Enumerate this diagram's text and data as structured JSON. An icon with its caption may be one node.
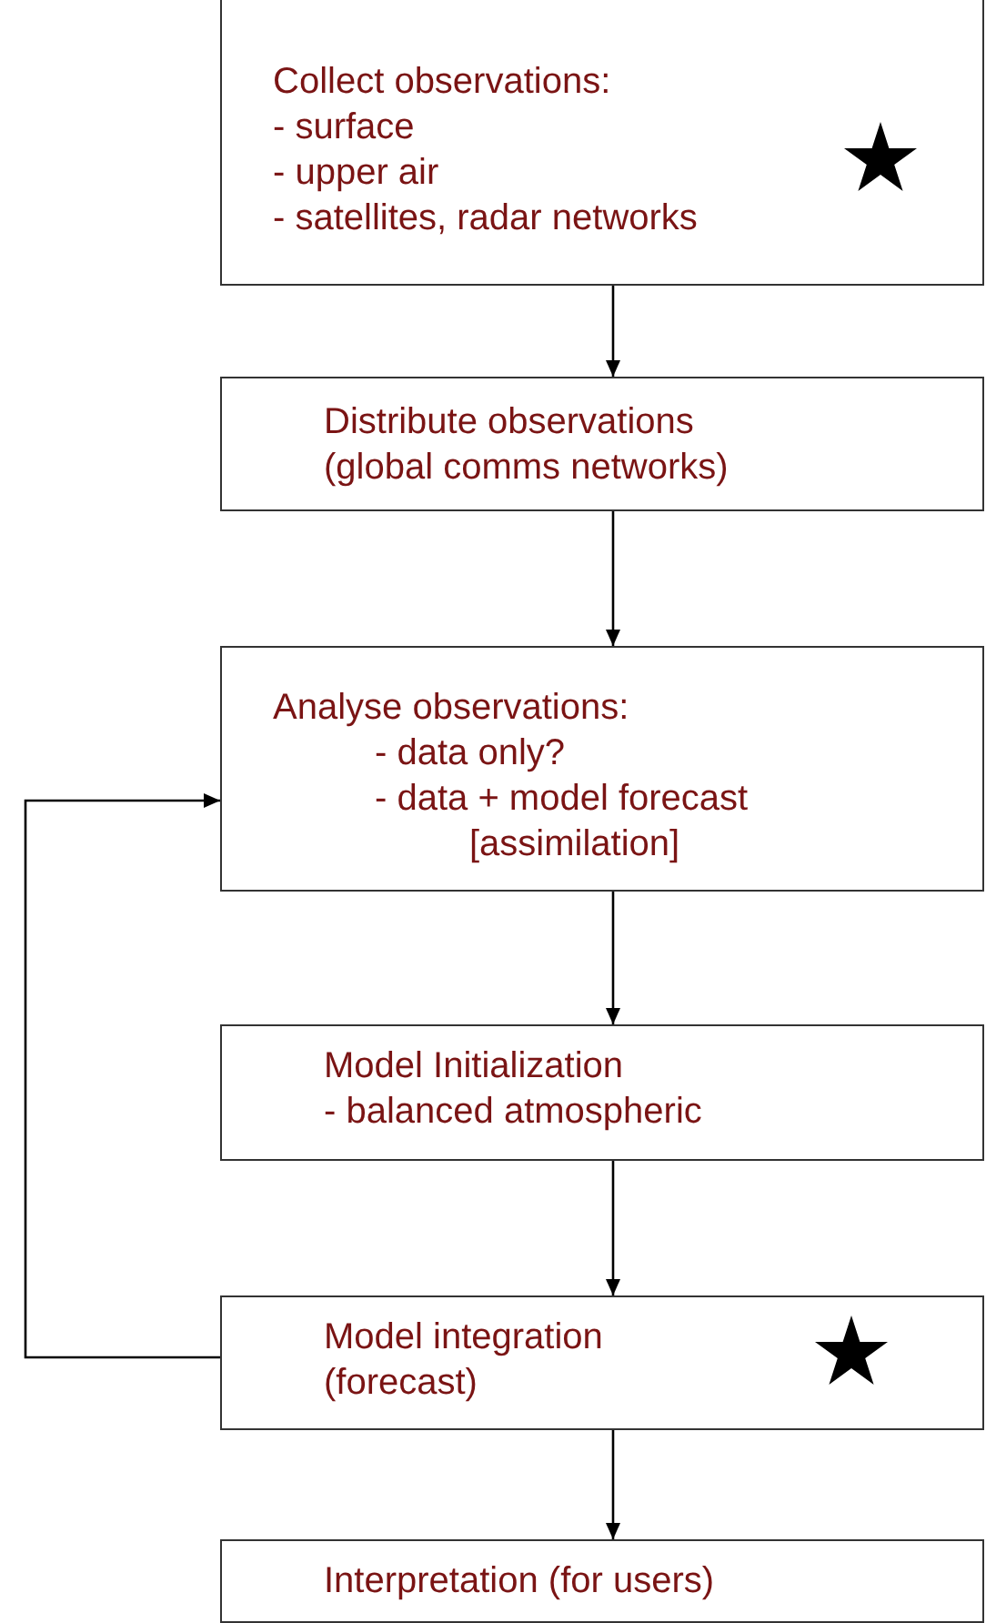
{
  "diagram": {
    "nodes": [
      {
        "text": [
          "Collect observations:",
          "- surface",
          "- upper air",
          "- satellites, radar networks"
        ]
      },
      {
        "text": [
          "Distribute observations",
          "(global comms networks)"
        ]
      },
      {
        "text": [
          "Analyse observations:",
          "- data only?",
          "- data + model forecast",
          "[assimilation]"
        ]
      },
      {
        "text": [
          "Model Initialization",
          "- balanced atmospheric"
        ]
      },
      {
        "text": [
          "Model integration",
          "(forecast)"
        ]
      },
      {
        "text": [
          "Interpretation (for users)"
        ]
      }
    ],
    "edges": [
      {
        "from": 0,
        "to": 1,
        "arrow": "to"
      },
      {
        "from": 1,
        "to": 2,
        "arrow": "to"
      },
      {
        "from": 2,
        "to": 3,
        "arrow": "to"
      },
      {
        "from": 3,
        "to": 4,
        "arrow": "to"
      },
      {
        "from": 4,
        "to": 5,
        "arrow": "to"
      },
      {
        "from": 4,
        "to": 2,
        "arrow": "to"
      }
    ]
  }
}
